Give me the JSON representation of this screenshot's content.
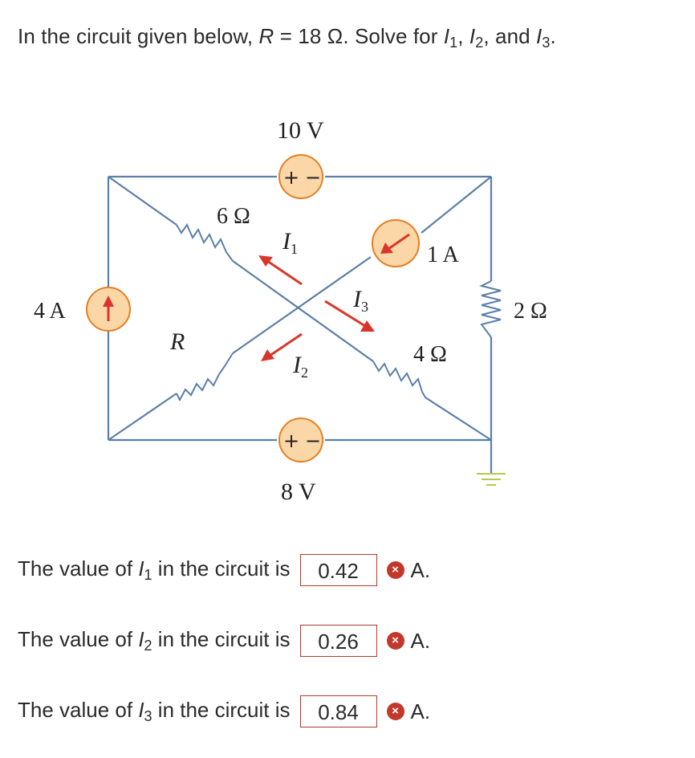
{
  "question": {
    "prefix": "In the circuit given below, ",
    "r_symbol": "R",
    "equals": " = 18 Ω. Solve for ",
    "i_symbol": "I",
    "sub1": "1",
    "sep1": ", ",
    "sub2": "2",
    "sep2": ", and ",
    "sub3": "3",
    "suffix": "."
  },
  "circuit": {
    "top_source": "10 V",
    "bottom_source": "8 V",
    "left_source": "4 A",
    "right_current_source": "1 A",
    "r_6": "6 Ω",
    "r_4": "4 Ω",
    "r_2": "2 Ω",
    "r_var": "R",
    "i1_main": "I",
    "i1_sub": "1",
    "i2_main": "I",
    "i2_sub": "2",
    "i3_main": "I",
    "i3_sub": "3",
    "plus": "+",
    "minus": "−",
    "colors": {
      "wire": "#5b7fa8",
      "source_fill": "#fbd7a8",
      "source_stroke": "#e67e22",
      "arrow": "#d9362b",
      "ground": "#b8c94a"
    }
  },
  "answers": [
    {
      "prefix": "The value of ",
      "sym": "I",
      "sub": "1",
      "suffix": " in the circuit is",
      "value": "0.42",
      "status_icon": "wrong-icon",
      "unit": "A."
    },
    {
      "prefix": "The value of ",
      "sym": "I",
      "sub": "2",
      "suffix": " in the circuit is",
      "value": "0.26",
      "status_icon": "wrong-icon",
      "unit": "A."
    },
    {
      "prefix": "The value of ",
      "sym": "I",
      "sub": "3",
      "suffix": " in the circuit is",
      "value": "0.84",
      "status_icon": "wrong-icon",
      "unit": "A."
    }
  ],
  "wrong_mark": "×"
}
